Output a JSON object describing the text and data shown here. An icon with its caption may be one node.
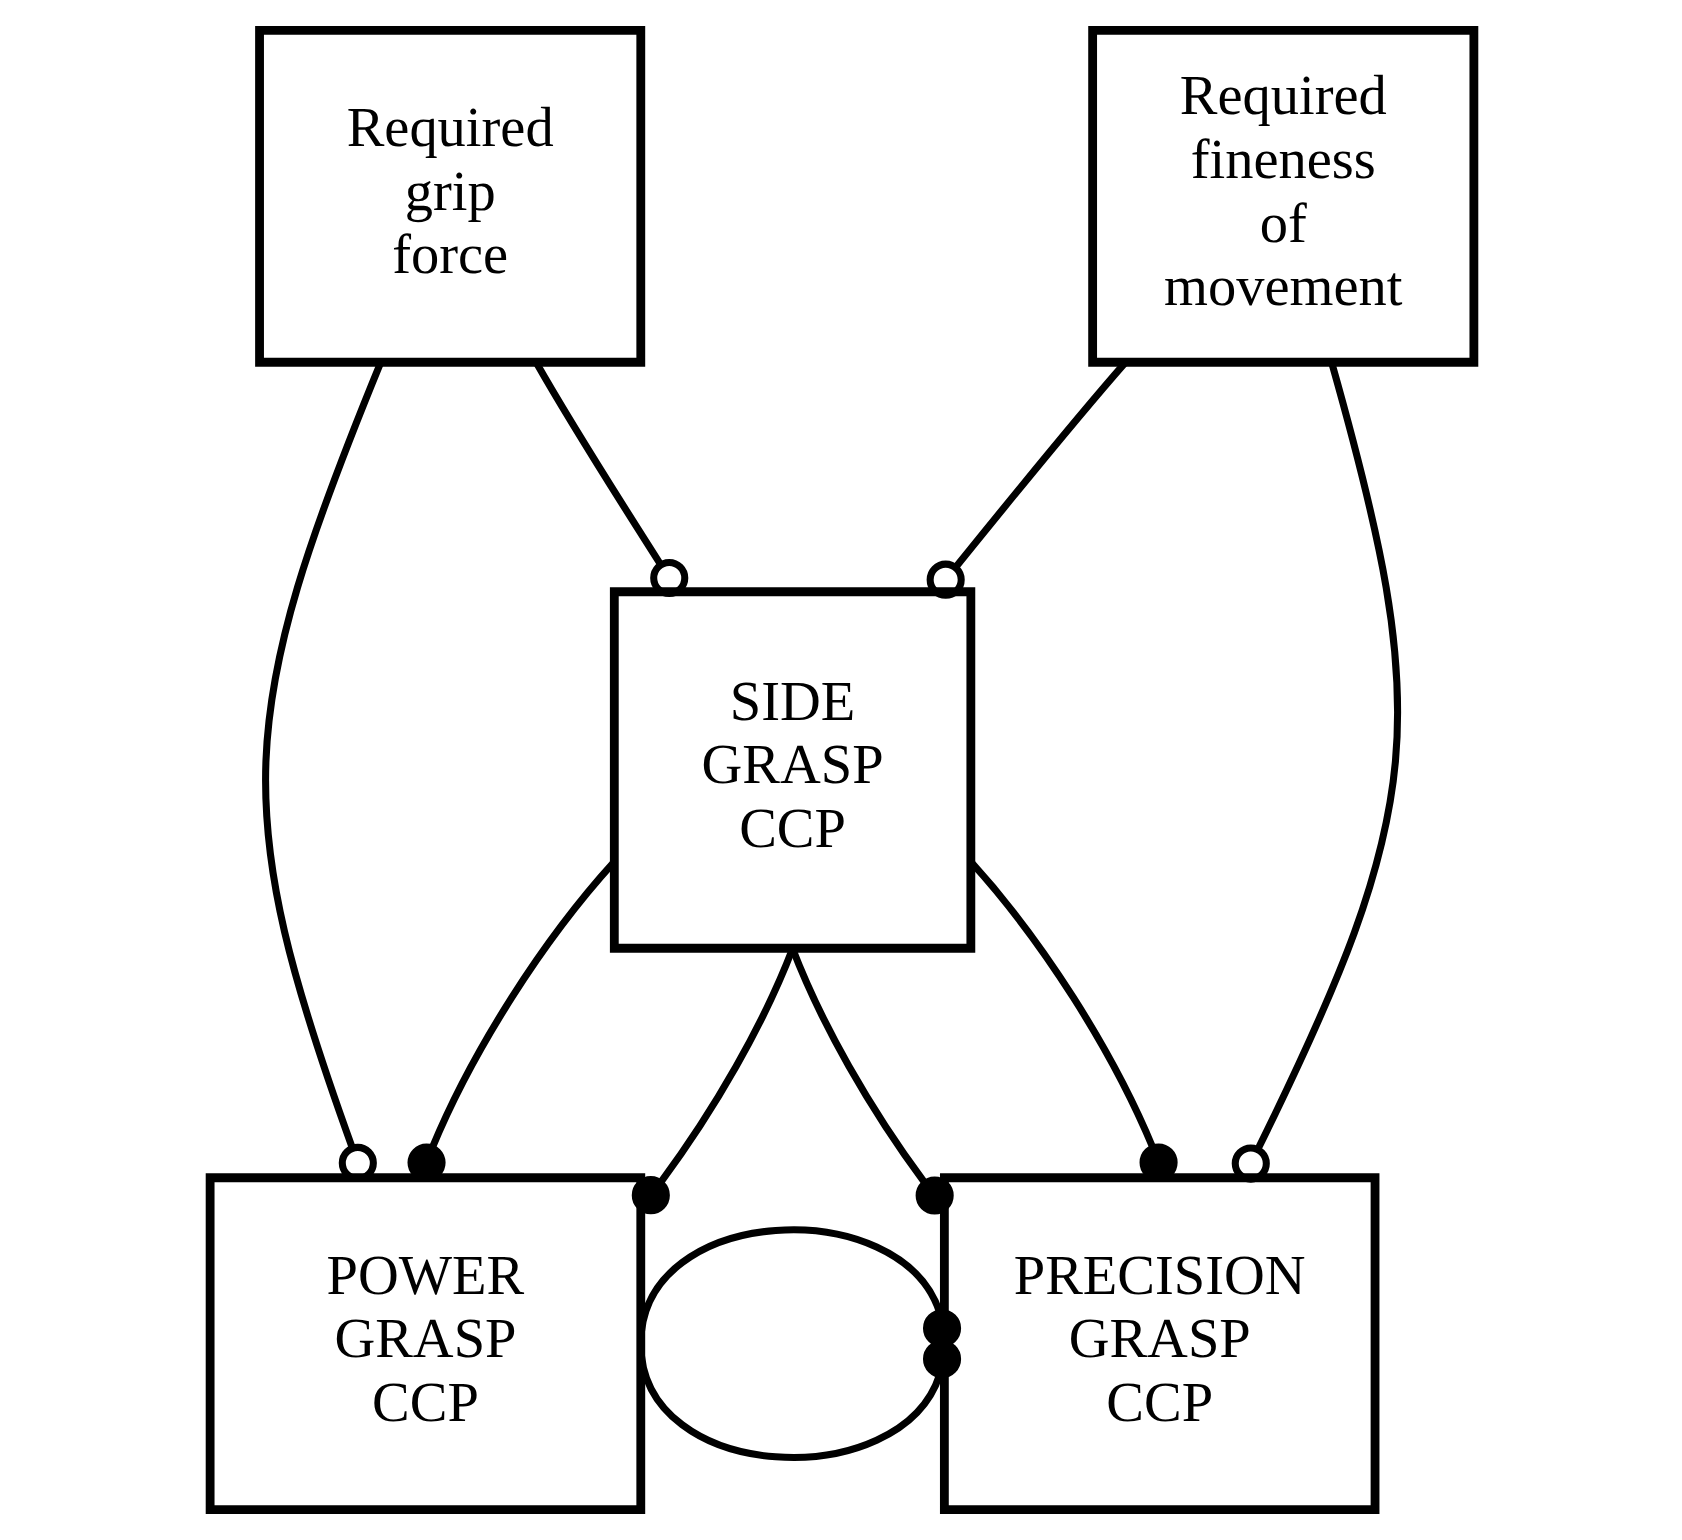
{
  "diagram": {
    "nodes": [
      {
        "text": [
          "Required grip force"
        ]
      },
      {
        "text": [
          "Required fineness of movement"
        ]
      },
      {
        "text": [
          "SIDE GRASP CCP"
        ]
      },
      {
        "text": [
          "POWER GRASP CCP"
        ]
      },
      {
        "text": [
          "PRECISION GRASP CCP"
        ]
      }
    ],
    "edges": [
      {
        "from": 0,
        "to": 2,
        "arrow": "other"
      },
      {
        "from": 1,
        "to": 2,
        "arrow": "other"
      },
      {
        "from": 0,
        "to": 3,
        "arrow": "other"
      },
      {
        "from": 1,
        "to": 4,
        "arrow": "other"
      },
      {
        "from": 3,
        "to": 2,
        "arrow": "other"
      },
      {
        "from": 4,
        "to": 2,
        "arrow": "other"
      },
      {
        "from": 2,
        "to": 3,
        "arrow": "other"
      },
      {
        "from": 2,
        "to": 4,
        "arrow": "other"
      },
      {
        "from": 3,
        "to": 4,
        "arrow": "other"
      },
      {
        "from": 4,
        "to": 3,
        "arrow": "other"
      }
    ]
  }
}
